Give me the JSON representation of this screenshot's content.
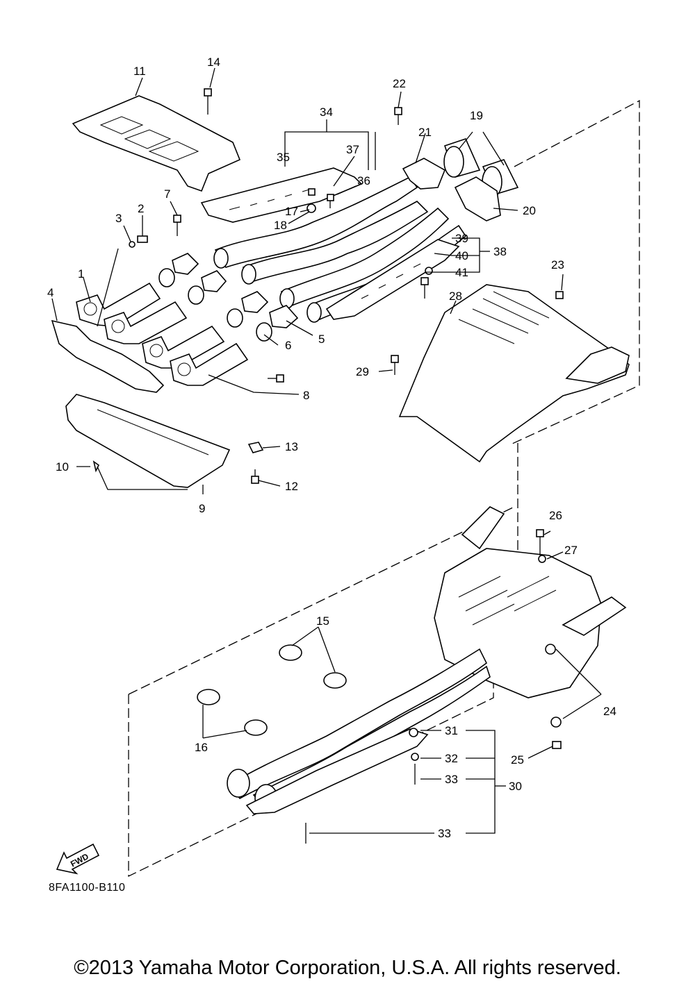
{
  "callouts": [
    "1",
    "2",
    "3",
    "4",
    "5",
    "6",
    "7",
    "8",
    "9",
    "10",
    "11",
    "12",
    "13",
    "14",
    "15",
    "16",
    "17",
    "18",
    "19",
    "20",
    "21",
    "22",
    "23",
    "24",
    "25",
    "26",
    "27",
    "28",
    "29",
    "30",
    "31",
    "32",
    "33",
    "33",
    "34",
    "35",
    "36",
    "37",
    "38",
    "39",
    "40",
    "41"
  ],
  "fwd_label": "FWD",
  "drawing_code": "8FA1100-B110",
  "copyright": "©2013 Yamaha Motor Corporation, U.S.A. All rights reserved."
}
